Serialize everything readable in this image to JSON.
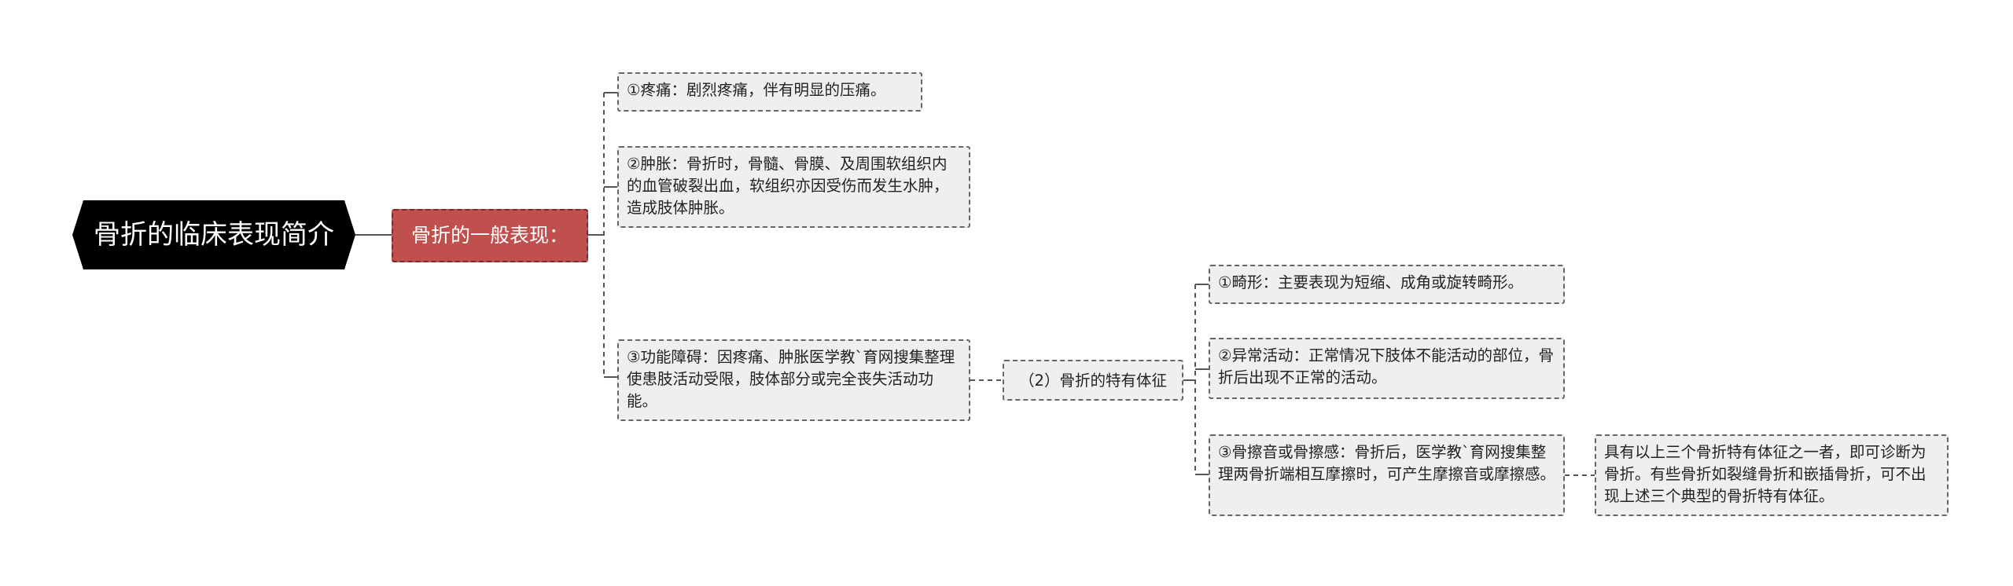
{
  "root": {
    "label": "骨折的临床表现简介"
  },
  "general": {
    "label": "骨折的一般表现："
  },
  "general_items": [
    {
      "text": "①疼痛：剧烈疼痛，伴有明显的压痛。"
    },
    {
      "text": "②肿胀：骨折时，骨髓、骨膜、及周围软组织内的血管破裂出血，软组织亦因受伤而发生水肿，造成肢体肿胀。"
    },
    {
      "text": "③功能障碍：因疼痛、肿胀医学教`育网搜集整理使患肢活动受限，肢体部分或完全丧失活动功能。"
    }
  ],
  "specific": {
    "label": "（2）骨折的特有体征"
  },
  "specific_items": [
    {
      "text": "①畸形：主要表现为短缩、成角或旋转畸形。"
    },
    {
      "text": "②异常活动：正常情况下肢体不能活动的部位，骨折后出现不正常的活动。"
    },
    {
      "text": "③骨擦音或骨擦感：骨折后，医学教`育网搜集整理两骨折端相互摩擦时，可产生摩擦音或摩擦感。"
    }
  ],
  "note": {
    "text": "具有以上三个骨折特有体征之一者，即可诊断为骨折。有些骨折如裂缝骨折和嵌插骨折，可不出现上述三个典型的骨折特有体征。"
  },
  "colors": {
    "root_bg": "#000000",
    "level1_bg": "#c0504d",
    "node_bg": "#efefef",
    "line": "#555555"
  }
}
